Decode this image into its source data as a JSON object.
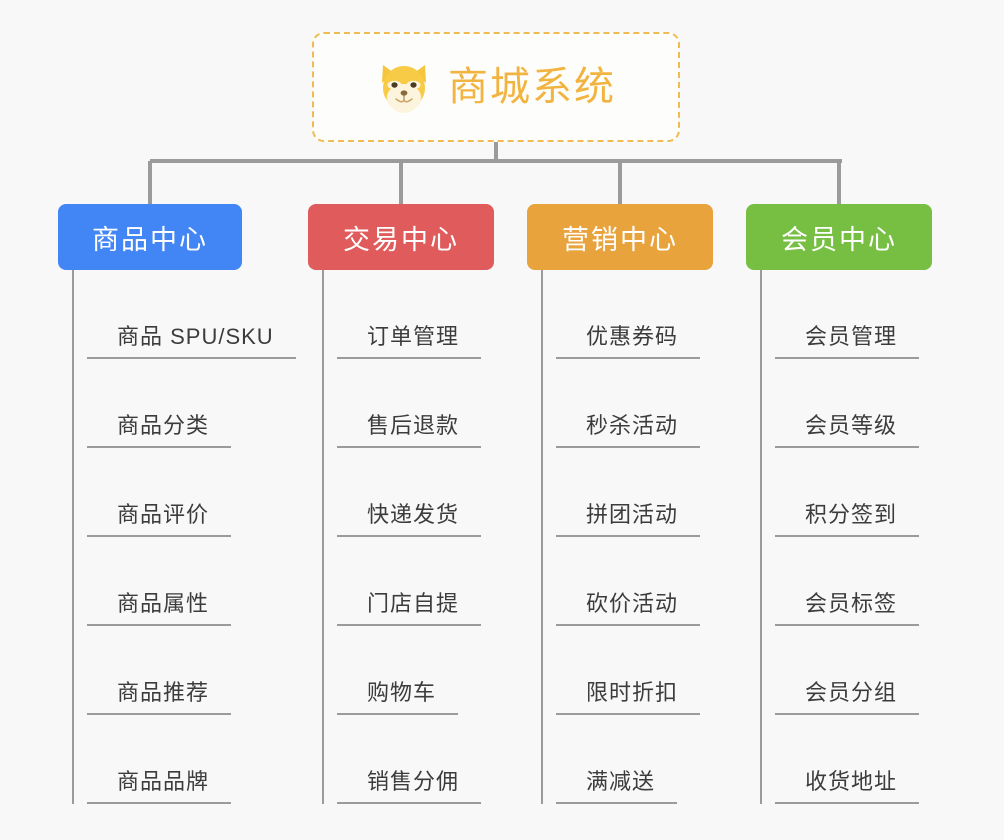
{
  "page": {
    "background_color": "#f8f8f8",
    "title": "商城系统"
  },
  "root": {
    "label": "商城系统",
    "icon": "shiba-dog-face-icon",
    "text_color": "#f2b441",
    "border_color": "#efbb52",
    "border_style": "dashed"
  },
  "connector": {
    "color": "#9b9b9b"
  },
  "columns": [
    {
      "header": "商品中心",
      "color": "#4285f4",
      "items": [
        "商品 SPU/SKU",
        "商品分类",
        "商品评价",
        "商品属性",
        "商品推荐",
        "商品品牌"
      ]
    },
    {
      "header": "交易中心",
      "color": "#e05c5c",
      "items": [
        "订单管理",
        "售后退款",
        "快递发货",
        "门店自提",
        "购物车",
        "销售分佣"
      ]
    },
    {
      "header": "营销中心",
      "color": "#e8a33c",
      "items": [
        "优惠券码",
        "秒杀活动",
        "拼团活动",
        "砍价活动",
        "限时折扣",
        "满减送"
      ]
    },
    {
      "header": "会员中心",
      "color": "#76bf42",
      "items": [
        "会员管理",
        "会员等级",
        "积分签到",
        "会员标签",
        "会员分组",
        "收货地址"
      ]
    }
  ]
}
